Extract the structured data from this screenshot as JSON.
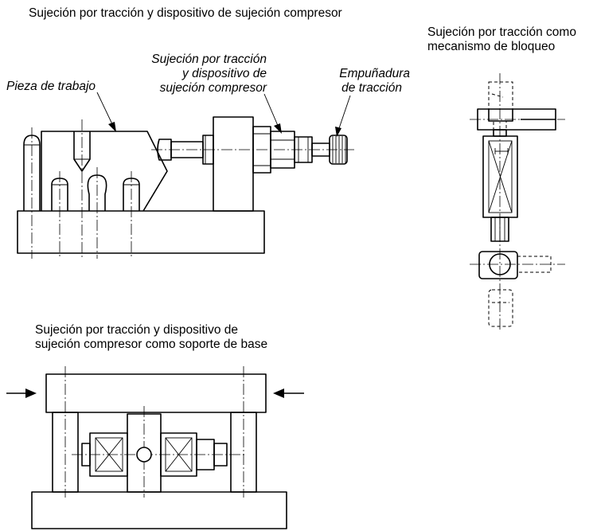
{
  "labels": {
    "main_title": "Sujeción por tracción y dispositivo de sujeción compresor",
    "lock_title_line1": "Sujeción por tracción como",
    "lock_title_line2": "mecanismo de bloqueo",
    "device_line1": "Sujeción por tracción",
    "device_line2": "y dispositivo de",
    "device_line3": "sujeción compresor",
    "workpiece": "Pieza de trabajo",
    "handle_line1": "Empuñadura",
    "handle_line2": "de tracción",
    "base_title_line1": "Sujeción por tracción y dispositivo de",
    "base_title_line2": "sujeción compresor como soporte de base"
  }
}
